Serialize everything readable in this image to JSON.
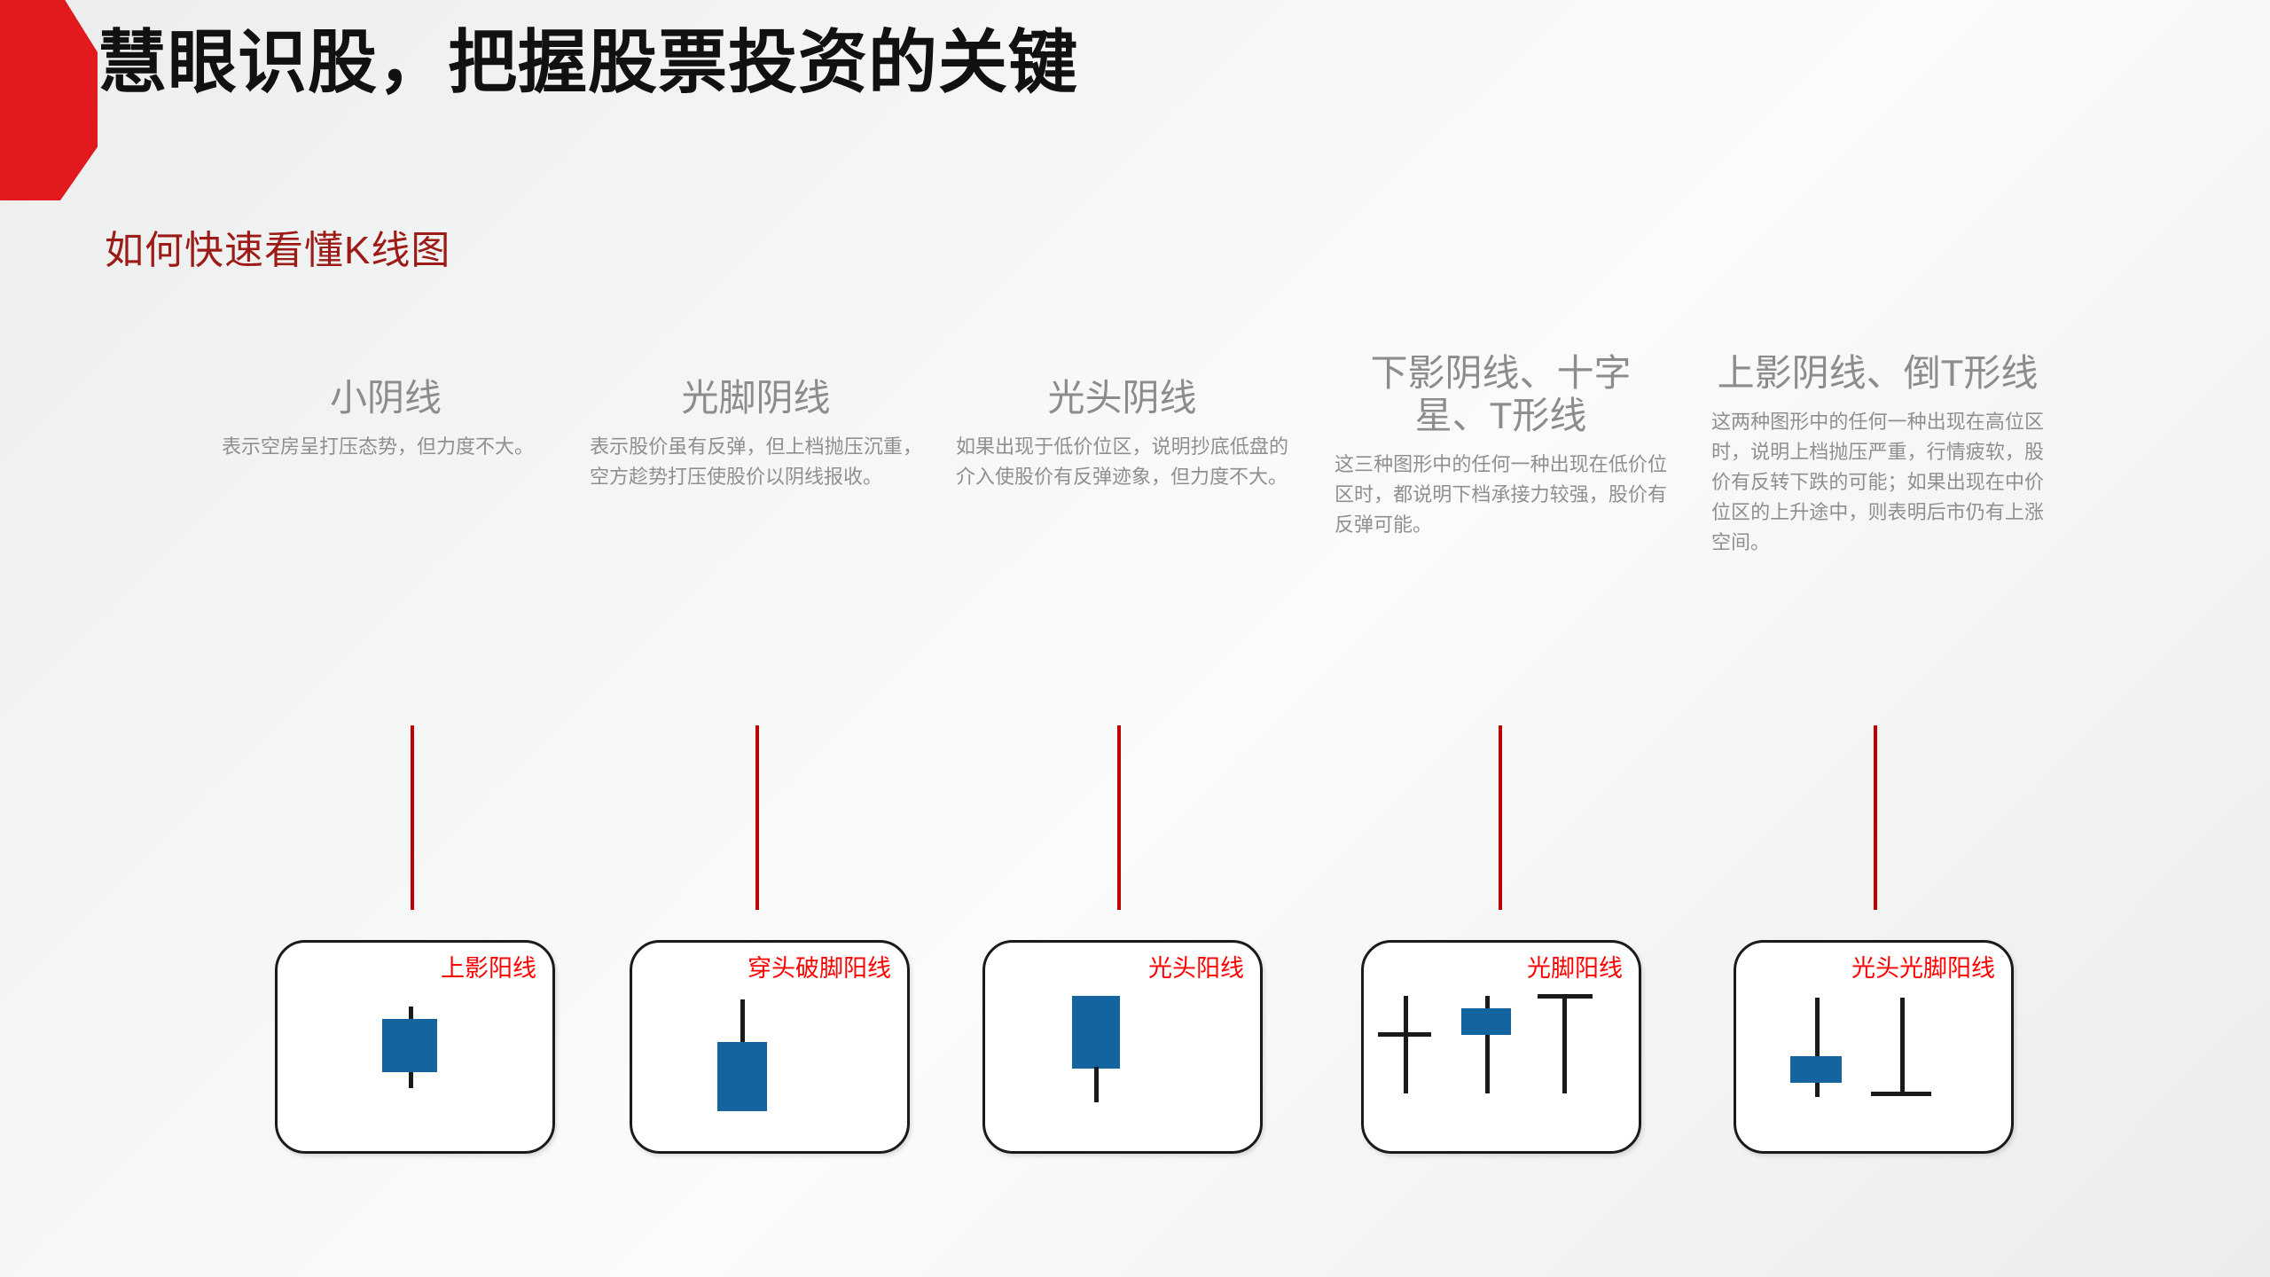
{
  "header": {
    "title": "慧眼识股，把握股票投资的关键",
    "subtitle": "如何快速看懂K线图",
    "brand_color": "#e2191d",
    "title_color": "#111111",
    "subtitle_color": "#9c1b16"
  },
  "accent": {
    "connector_color": "#c00000",
    "card_label_color": "#ff0000",
    "candle_body_color": "#1464a0",
    "candle_line_color": "#1a1a1a",
    "heading_color": "#8c8c8c",
    "body_color": "#8f8f8f"
  },
  "columns": [
    {
      "title": "小阴线",
      "desc": "表示空房呈打压态势，但力度不大。",
      "card_label": "上影阳线",
      "figure": "candle-upper-and-lower-wick"
    },
    {
      "title": "光脚阴线",
      "desc": "表示股价虽有反弹，但上档抛压沉重，空方趁势打压使股价以阴线报收。",
      "card_label": "穿头破脚阳线",
      "figure": "candle-tall-body-upper-wick"
    },
    {
      "title": "光头阴线",
      "desc": "如果出现于低价位区，说明抄底低盘的介入使股价有反弹迹象，但力度不大。",
      "card_label": "光头阳线",
      "figure": "candle-body-lower-wick"
    },
    {
      "title": "下影阴线、十字星、T形线",
      "desc": "这三种图形中的任何一种出现在低价位区时，都说明下档承接力较强，股价有反弹可能。",
      "card_label": "光脚阳线",
      "figure": "doji-cross-smallbody-tshape"
    },
    {
      "title": "上影阴线、倒T形线",
      "desc": "这两种图形中的任何一种出现在高位区时，说明上档抛压严重，行情疲软，股价有反转下跌的可能；如果出现在中价位区的上升途中，则表明后市仍有上涨空间。",
      "card_label": "光头光脚阳线",
      "figure": "longupperwick-body-invertedT"
    }
  ]
}
